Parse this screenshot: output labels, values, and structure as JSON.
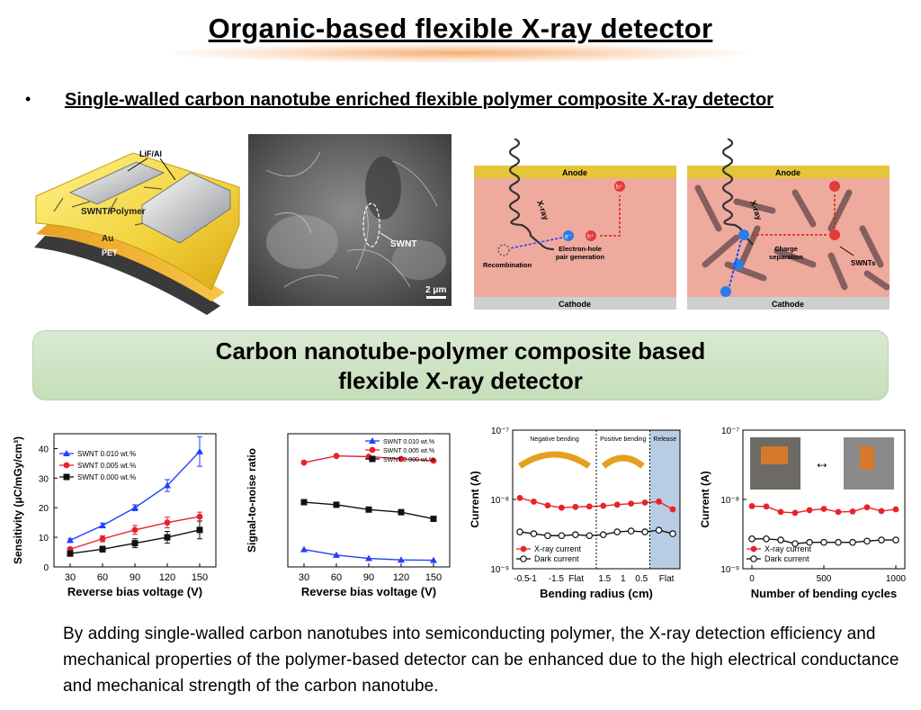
{
  "title": "Organic-based flexible X-ray detector",
  "bullet": "•",
  "subtitle": "Single-walled carbon nanotube enriched flexible polymer composite X-ray detector",
  "device": {
    "electrode": "LiF/Al",
    "layer": "SWNT/Polymer",
    "au": "Au",
    "substrate": "PET"
  },
  "sem": {
    "label": "SWNT",
    "scale": "2 μm"
  },
  "mech_left": {
    "anode": "Anode",
    "cathode": "Cathode",
    "xray": "X-ray",
    "hole": "h⁺",
    "electron": "e⁻",
    "pair": "Electron-hole\npair generation",
    "recomb": "Recombination"
  },
  "mech_right": {
    "anode": "Anode",
    "cathode": "Cathode",
    "xray": "X-ray",
    "sep": "Charge\nseparation",
    "swnt": "SWNTs"
  },
  "banner": {
    "line1": "Carbon nanotube-polymer composite based",
    "line2": "flexible X-ray detector"
  },
  "conclusion": "By adding single-walled carbon nanotubes into semiconducting polymer, the X-ray detection efficiency and mechanical properties of the polymer-based detector can be enhanced due to the high electrical conductance and mechanical strength of the carbon nanotube.",
  "colors": {
    "blue": "#1f3fff",
    "red": "#e8222a",
    "black": "#111111",
    "release": "#b8cce4"
  },
  "chart_data": [
    {
      "type": "line",
      "xlabel": "Reverse bias voltage (V)",
      "ylabel": "Sensitivity (μC/mGy/cm³)",
      "x": [
        30,
        60,
        90,
        120,
        150
      ],
      "xticks": [
        "30",
        "60",
        "90",
        "120",
        "150"
      ],
      "ylim": [
        0,
        45
      ],
      "yticks": [
        "0",
        "10",
        "20",
        "30",
        "40"
      ],
      "legend": "top-left",
      "series": [
        {
          "name": "SWNT 0.010 wt.%",
          "color": "blue",
          "marker": "triangle",
          "values": [
            9,
            14,
            20,
            27.5,
            39
          ],
          "err": [
            0.5,
            0.8,
            1,
            2,
            5
          ]
        },
        {
          "name": "SWNT 0.005 wt.%",
          "color": "red",
          "marker": "circle",
          "values": [
            6,
            9.5,
            12.5,
            15,
            17
          ],
          "err": [
            0.5,
            1,
            1.5,
            1.8,
            1.5
          ]
        },
        {
          "name": "SWNT 0.000 wt.%",
          "color": "black",
          "marker": "square",
          "values": [
            4.5,
            6,
            8,
            10,
            12.5
          ],
          "err": [
            0.5,
            1,
            1.5,
            2,
            3
          ]
        }
      ]
    },
    {
      "type": "line",
      "xlabel": "Reverse bias voltage (V)",
      "ylabel": "Signal-to-noise ratio",
      "x": [
        30,
        60,
        90,
        120,
        150
      ],
      "xticks": [
        "30",
        "60",
        "90",
        "120",
        "150"
      ],
      "ylim": [
        0,
        3.6
      ],
      "legend": "top-right",
      "series": [
        {
          "name": "SWNT 0.010 wt.%",
          "color": "blue",
          "marker": "triangle",
          "values": [
            0.47,
            0.32,
            0.23,
            0.19,
            0.18
          ]
        },
        {
          "name": "SWNT 0.005 wt.%",
          "color": "red",
          "marker": "circle",
          "values": [
            2.82,
            3.0,
            2.98,
            2.92,
            2.87
          ]
        },
        {
          "name": "SWNT 0.000 wt.%",
          "color": "black",
          "marker": "square",
          "values": [
            1.75,
            1.68,
            1.55,
            1.48,
            1.3
          ]
        }
      ]
    },
    {
      "type": "line",
      "xlabel": "Bending radius (cm)",
      "ylabel": "Current (A)",
      "yscale": "log",
      "ylim": [
        "10⁻⁹",
        "10⁻⁷"
      ],
      "xticks": [
        "-0.5",
        "-1",
        "-1.5",
        "Flat",
        "1.5",
        "1",
        "0.5",
        "Flat"
      ],
      "annotations": [
        "Negative bending",
        "Positive bending",
        "Release"
      ],
      "legend": "bottom-left",
      "series": [
        {
          "name": "X-ray current",
          "color": "red",
          "marker": "circle",
          "values": [
            1.05e-08,
            9.3e-09,
            8.2e-09,
            7.6e-09,
            7.8e-09,
            7.9e-09,
            8.1e-09,
            8.4e-09,
            8.7e-09,
            9e-09,
            9.3e-09,
            7.2e-09
          ]
        },
        {
          "name": "Dark current",
          "color": "black",
          "marker": "open-circle",
          "values": [
            3.4e-09,
            3.2e-09,
            3e-09,
            3e-09,
            3.1e-09,
            3e-09,
            3.1e-09,
            3.4e-09,
            3.5e-09,
            3.4e-09,
            3.6e-09,
            3.2e-09
          ]
        }
      ]
    },
    {
      "type": "line",
      "xlabel": "Number of bending cycles",
      "ylabel": "Current (A)",
      "yscale": "log",
      "ylim": [
        "10⁻⁹",
        "10⁻⁷"
      ],
      "xticks": [
        "0",
        "500",
        "1000"
      ],
      "legend": "bottom-left",
      "series": [
        {
          "name": "X-ray current",
          "color": "red",
          "marker": "circle",
          "x": [
            0,
            100,
            200,
            300,
            400,
            500,
            600,
            700,
            800,
            900,
            1000
          ],
          "values": [
            8e-09,
            7.9e-09,
            6.6e-09,
            6.4e-09,
            7e-09,
            7.3e-09,
            6.6e-09,
            6.7e-09,
            7.7e-09,
            6.8e-09,
            7.2e-09
          ]
        },
        {
          "name": "Dark current",
          "color": "black",
          "marker": "open-circle",
          "x": [
            0,
            100,
            200,
            300,
            400,
            500,
            600,
            700,
            800,
            900,
            1000
          ],
          "values": [
            2.7e-09,
            2.7e-09,
            2.6e-09,
            2.3e-09,
            2.4e-09,
            2.4e-09,
            2.4e-09,
            2.4e-09,
            2.5e-09,
            2.6e-09,
            2.6e-09
          ]
        }
      ]
    }
  ]
}
